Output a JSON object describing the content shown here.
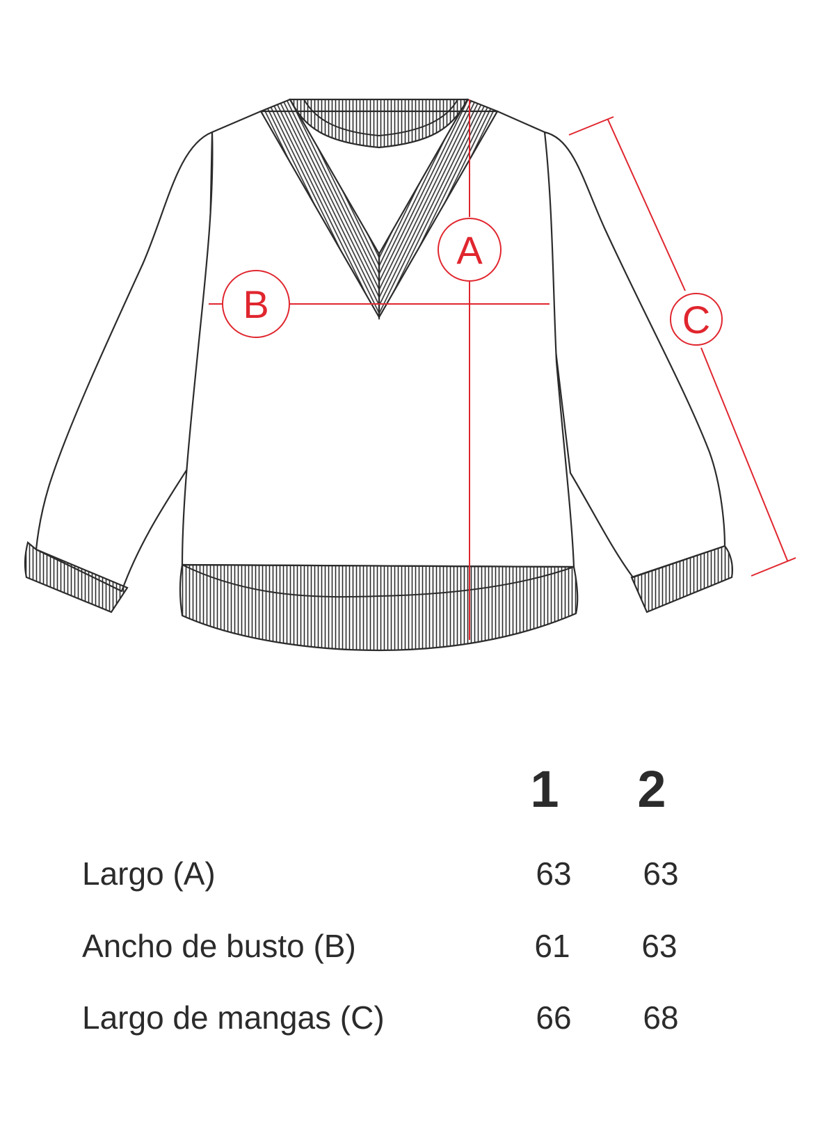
{
  "diagram": {
    "labels": {
      "a": "A",
      "b": "B",
      "c": "C"
    },
    "colors": {
      "outline": "#2b2b2b",
      "measure": "#e0262e"
    }
  },
  "table": {
    "sizes": [
      "1",
      "2"
    ],
    "rows": [
      {
        "label": "Largo (A)",
        "values": [
          "63",
          "63"
        ]
      },
      {
        "label": "Ancho de busto (B)",
        "values": [
          "61",
          "63"
        ]
      },
      {
        "label": "Largo de mangas (C)",
        "values": [
          "66",
          "68"
        ]
      }
    ]
  }
}
